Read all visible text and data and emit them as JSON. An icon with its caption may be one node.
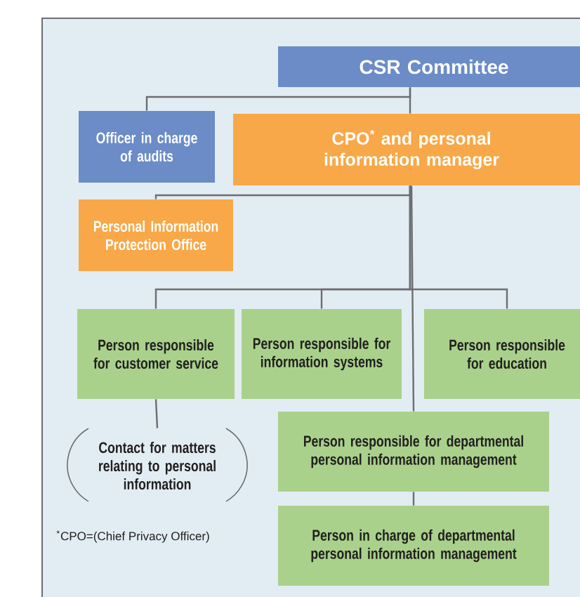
{
  "diagram": {
    "nodes": [
      {
        "text": [
          "CSR Committee"
        ]
      },
      {
        "text": [
          "Officer in charge of audits"
        ]
      },
      {
        "text": [
          "CPO$^{*}$ and personal information manager"
        ]
      },
      {
        "text": [
          "Personal Information Protection Office"
        ]
      },
      {
        "text": [
          "Person responsible for customer service"
        ]
      },
      {
        "text": [
          "Person responsible for information systems"
        ]
      },
      {
        "text": [
          "Person responsible for education"
        ]
      },
      {
        "text": [
          "Contact for matters relating to personal information"
        ]
      },
      {
        "text": [
          "Person responsible for departmental personal information management"
        ]
      },
      {
        "text": [
          "Person in charge of departmental personal information management"
        ]
      }
    ],
    "edges": [
      {
        "from": 0,
        "to": 1,
        "arrow": "none"
      },
      {
        "from": 0,
        "to": 2,
        "arrow": "none"
      },
      {
        "from": 2,
        "to": 3,
        "arrow": "none"
      },
      {
        "from": 2,
        "to": 4,
        "arrow": "none"
      },
      {
        "from": 2,
        "to": 5,
        "arrow": "none"
      },
      {
        "from": 2,
        "to": 6,
        "arrow": "none"
      },
      {
        "from": 2,
        "to": 8,
        "arrow": "none"
      },
      {
        "from": 4,
        "to": 7,
        "arrow": "none"
      },
      {
        "from": 8,
        "to": 9,
        "arrow": "none"
      }
    ],
    "labels": [
      "$^{*}$CPO=(Chief Privacy Officer)"
    ]
  }
}
